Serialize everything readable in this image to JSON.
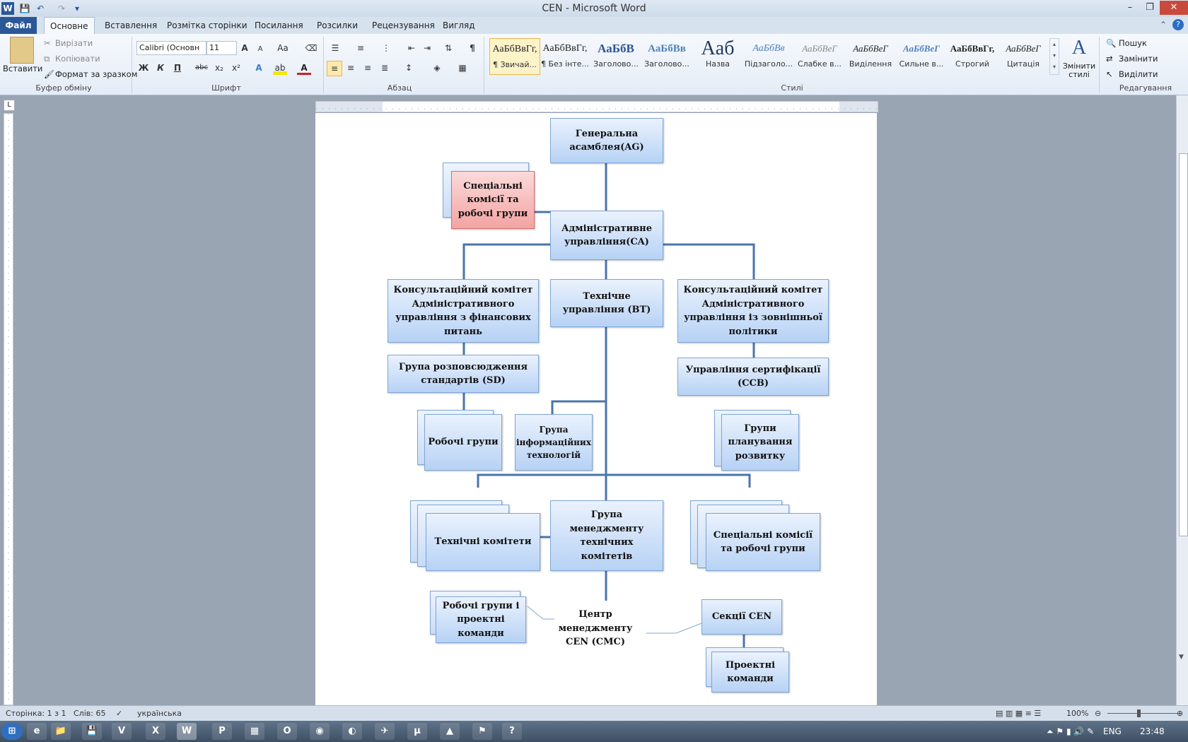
{
  "window": {
    "title": "CEN  -  Microsoft Word",
    "minimize": "–",
    "restore": "❐",
    "close": "✕"
  },
  "quick_access": {
    "word_icon": "W",
    "save": "💾",
    "undo": "↶",
    "redo": "↷"
  },
  "tabs": [
    "Файл",
    "Основне",
    "Вставлення",
    "Розмітка сторінки",
    "Посилання",
    "Розсилки",
    "Рецензування",
    "Вигляд"
  ],
  "clipboard": {
    "paste": "Вставити",
    "cut": "Вирізати",
    "copy": "Копіювати",
    "format_painter": "Формат за зразком",
    "label": "Буфер обміну"
  },
  "font": {
    "name": "Calibri (Основн",
    "size": "11",
    "label": "Шрифт",
    "bold": "Ж",
    "italic": "К",
    "underline": "П",
    "strike": "abc",
    "sub": "x₂",
    "sup": "x²",
    "grow": "A",
    "shrink": "A",
    "case": "Aa"
  },
  "paragraph": {
    "label": "Абзац",
    "pilcrow": "¶"
  },
  "styles": {
    "label": "Стилі",
    "items": [
      {
        "preview": "АаБбВвГг,",
        "name": "¶ Звичай..."
      },
      {
        "preview": "АаБбВвГг,",
        "name": "¶ Без інте..."
      },
      {
        "preview": "АаБбВ",
        "name": "Заголово..."
      },
      {
        "preview": "АаБбВв",
        "name": "Заголово..."
      },
      {
        "preview": "Aaб",
        "name": "Назва"
      },
      {
        "preview": "АаБбВв",
        "name": "Підзаголо..."
      },
      {
        "preview": "АаБбВеГ",
        "name": "Слабке в..."
      },
      {
        "preview": "АаБбВеГ",
        "name": "Виділення"
      },
      {
        "preview": "АаБбВеГ",
        "name": "Сильне в..."
      },
      {
        "preview": "АаБбВвГг,",
        "name": "Строгий"
      },
      {
        "preview": "АаБбВеГ",
        "name": "Цитація"
      }
    ],
    "change": "Змінити стилі"
  },
  "editing": {
    "label": "Редагування",
    "find": "Пошук",
    "replace": "Замінити",
    "select": "Виділити"
  },
  "diagram": {
    "ag": "Генеральна асамблея(AG)",
    "special_top": "Спеціальні комісії та робочі групи",
    "ca": "Адміністративне управління(CA)",
    "consult_fin": "Консультаційний комітет Адміністративного управління з фінансових питань",
    "bt": "Технічне управління (BT)",
    "consult_ext": "Консультаційний комітет Адміністративного управління із зовнішньої політики",
    "sd": "Група розповсюдження стандартів (SD)",
    "ccb": "Управління сертифікації (CCB)",
    "working": "Робочі групи",
    "it": "Група інформаційних технологій",
    "planning": "Групи планування розвитку",
    "tc": "Технічні комітети",
    "tcmg": "Група менеджменту технічних комітетів",
    "special_bottom": "Спеціальні комісії та робочі групи",
    "wg_project": "Робочі групи і проектні команди",
    "cmc": "Центр менеджменту CEN (CMC)",
    "sections": "Секції CEN",
    "project_teams": "Проектні команди"
  },
  "status": {
    "page": "Сторінка: 1 з 1",
    "words": "Слів: 65",
    "lang": "українська",
    "zoom": "100%"
  },
  "taskbar": {
    "lang": "ENG",
    "time": "23:48",
    "apps": [
      "e",
      "📁",
      "💾",
      "V",
      "X",
      "W",
      "P",
      "▦",
      "O",
      "◉",
      "◐",
      "✈",
      "µ",
      "▲",
      "⚑",
      "?"
    ]
  }
}
